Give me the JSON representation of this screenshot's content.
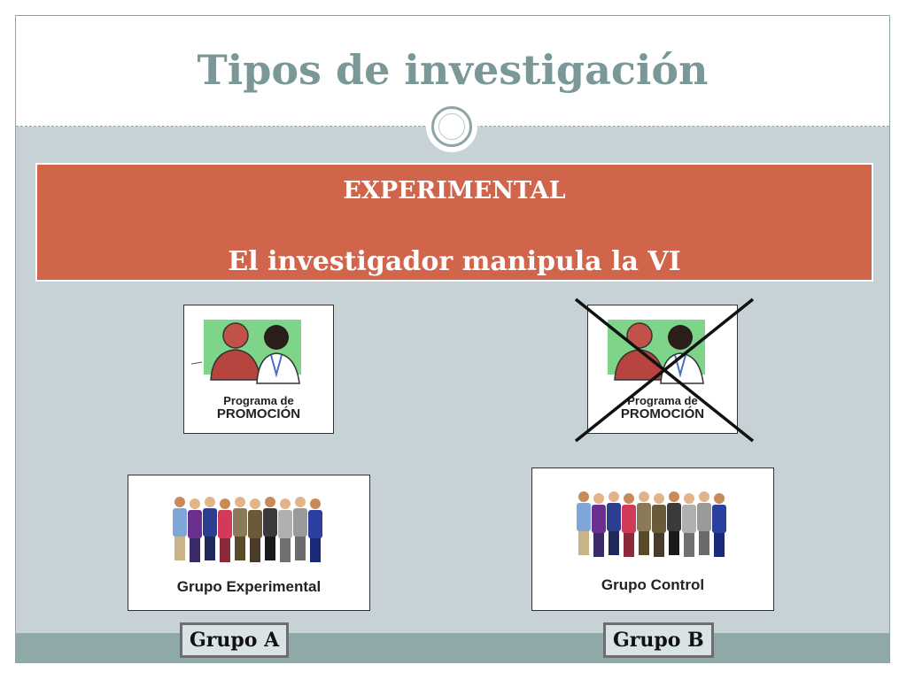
{
  "slide": {
    "title": "Tipos de investigación",
    "banner": {
      "heading": "EXPERIMENTAL",
      "subheading": "El investigador manipula la VI"
    },
    "promo_cards": [
      {
        "line1": "Programa de",
        "line2": "PROMOCIÓN",
        "crossed_out": false
      },
      {
        "line1": "Programa de",
        "line2": "PROMOCIÓN",
        "crossed_out": true
      }
    ],
    "group_cards": [
      {
        "label": "Grupo Experimental"
      },
      {
        "label": "Grupo Control"
      }
    ],
    "group_boxes": [
      {
        "label": "Grupo A"
      },
      {
        "label": "Grupo B"
      }
    ],
    "colors": {
      "banner": "#d0654b",
      "title": "#7a9898",
      "background": "#c6d2d6",
      "footer_strip": "#8fa8a8"
    }
  }
}
